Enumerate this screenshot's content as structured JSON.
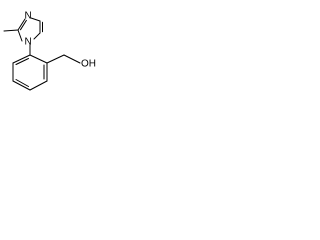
{
  "molecule": {
    "atoms": {
      "imidazole_n3": "N",
      "imidazole_n1": "N",
      "hydroxyl": "OH"
    }
  }
}
